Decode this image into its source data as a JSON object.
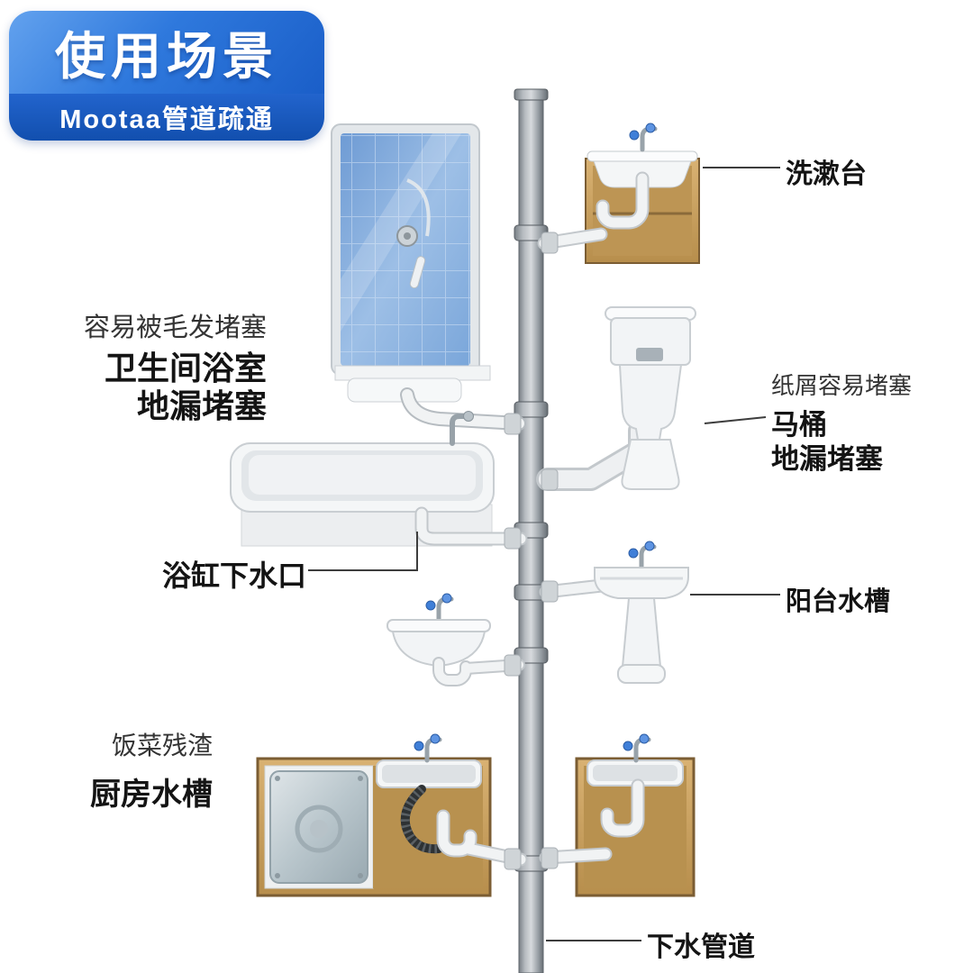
{
  "header": {
    "title": "使用场景",
    "subtitle": "Mootaa管道疏通"
  },
  "annotations": {
    "washbasin_label": "洗漱台",
    "shower_note": "容易被毛发堵塞",
    "shower_label_line1": "卫生间浴室",
    "shower_label_line2": "地漏堵塞",
    "toilet_note": "纸屑容易堵塞",
    "toilet_label_line1": "马桶",
    "toilet_label_line2": "地漏堵塞",
    "bathtub_label": "浴缸下水口",
    "balcony_sink_label": "阳台水槽",
    "kitchen_note": "饭菜残渣",
    "kitchen_sink_label": "厨房水槽",
    "drain_pipe_label": "下水管道"
  },
  "illustrations": {
    "main_drain_pipe": "vertical gray drain pipe with collar joints",
    "shower": "blue tiled shower enclosure with handheld shower and floor drain",
    "washbasin_cabinet": "wooden vanity cabinet with white basin and P-trap",
    "toilet": "white toilet with tank and outlet pipe to main drain",
    "bathtub": "white bathtub with faucet and drain pipe",
    "balcony_sink": "white pedestal sink with drain to main pipe",
    "wall_sink": "small wall-mounted basin with P-trap",
    "kitchen_cabinet": "kitchen cabinet with metal panel, sink, black hose and P-trap",
    "sink_cabinet": "wooden cabinet with sink and P-trap"
  },
  "colors": {
    "header_blue_top": "#2f79dd",
    "header_blue_bottom": "#124fae",
    "pipe_gray": "#9aa0a5",
    "cabinet_wood": "#c9a265",
    "tile_blue": "#8fb3e0",
    "fixture_white": "#f2f4f6",
    "text_black": "#141414"
  }
}
